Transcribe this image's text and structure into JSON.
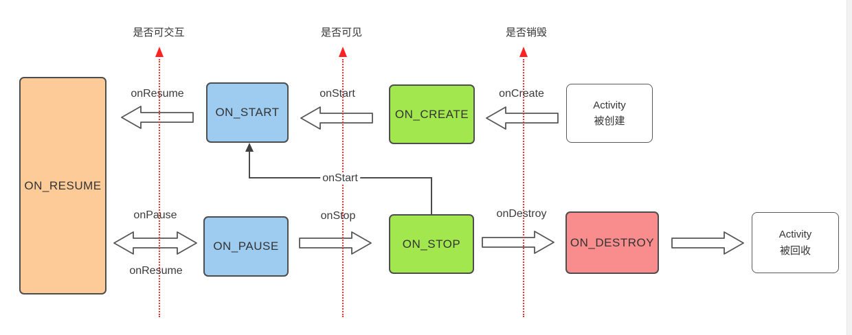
{
  "axes": {
    "interactable": {
      "label": "是否可交互"
    },
    "visible": {
      "label": "是否可见"
    },
    "destroyed": {
      "label": "是否销毁"
    }
  },
  "nodes": {
    "on_resume": {
      "label": "ON_RESUME",
      "color": "#FDCB97"
    },
    "on_start": {
      "label": "ON_START",
      "color": "#9ECBF0"
    },
    "on_create": {
      "label": "ON_CREATE",
      "color": "#A2E74D"
    },
    "activity_created": {
      "line1": "Activity",
      "line2": "被创建",
      "color": "#FFFFFF"
    },
    "on_pause": {
      "label": "ON_PAUSE",
      "color": "#9ECBF0"
    },
    "on_stop": {
      "label": "ON_STOP",
      "color": "#A2E74D"
    },
    "on_destroy": {
      "label": "ON_DESTROY",
      "color": "#F98C8C"
    },
    "activity_recycled": {
      "line1": "Activity",
      "line2": "被回收",
      "color": "#FFFFFF"
    }
  },
  "edges": {
    "resume_top": {
      "label": "onResume"
    },
    "start_top": {
      "label": "onStart"
    },
    "create": {
      "label": "onCreate"
    },
    "start_elbow": {
      "label": "onStart"
    },
    "pause": {
      "label": "onPause"
    },
    "resume_bottom": {
      "label": "onResume"
    },
    "stop": {
      "label": "onStop"
    },
    "destroy": {
      "label": "onDestroy"
    }
  },
  "colors": {
    "node_border": "#4D4D4D",
    "text": "#333333",
    "axis_red": "#FF2B2B",
    "connector": "#4A4A4A",
    "scrollbar": "#F2F2F2"
  }
}
